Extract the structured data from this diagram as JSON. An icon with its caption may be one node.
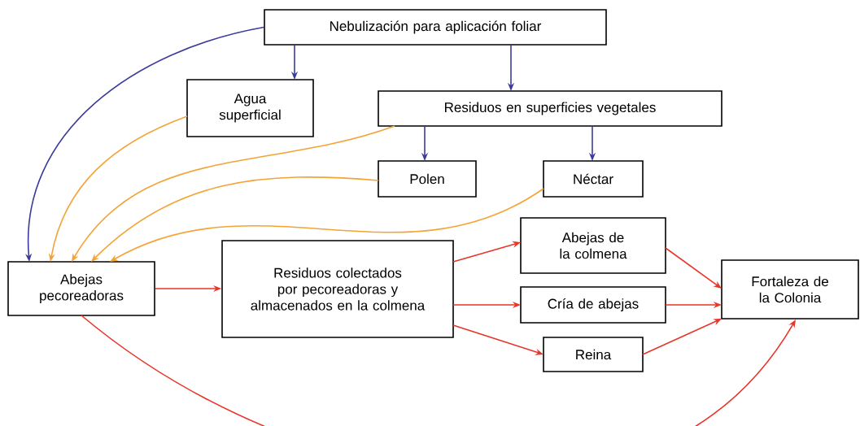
{
  "diagram": {
    "nodes": [
      {
        "text": [
          "Nebulización para aplicación foliar"
        ]
      },
      {
        "text": [
          "Agua superficial"
        ]
      },
      {
        "text": [
          "Residuos en superficies vegetales"
        ]
      },
      {
        "text": [
          "Polen"
        ]
      },
      {
        "text": [
          "Néctar"
        ]
      },
      {
        "text": [
          "Abejas pecoreadoras"
        ]
      },
      {
        "text": [
          "Residuos colectados por pecoreadoras y almacenados en la colmena"
        ]
      },
      {
        "text": [
          "Abejas de la colmena"
        ]
      },
      {
        "text": [
          "Cría de abejas"
        ]
      },
      {
        "text": [
          "Reina"
        ]
      },
      {
        "text": [
          "Fortaleza de la Colonia"
        ]
      }
    ],
    "edges": [
      {
        "from": 0,
        "to": 5,
        "arrow": "to",
        "color": "#3b3b9c"
      },
      {
        "from": 0,
        "to": 1,
        "arrow": "to",
        "color": "#3b3b9c"
      },
      {
        "from": 0,
        "to": 2,
        "arrow": "to",
        "color": "#3b3b9c"
      },
      {
        "from": 2,
        "to": 3,
        "arrow": "to",
        "color": "#3b3b9c"
      },
      {
        "from": 2,
        "to": 4,
        "arrow": "to",
        "color": "#3b3b9c"
      },
      {
        "from": 1,
        "to": 5,
        "arrow": "to",
        "color": "#f4a335"
      },
      {
        "from": 2,
        "to": 5,
        "arrow": "to",
        "color": "#f4a335"
      },
      {
        "from": 3,
        "to": 5,
        "arrow": "to",
        "color": "#f4a335"
      },
      {
        "from": 4,
        "to": 5,
        "arrow": "to",
        "color": "#f4a335"
      },
      {
        "from": 5,
        "to": 6,
        "arrow": "to"
      },
      {
        "from": 6,
        "to": 7,
        "arrow": "to"
      },
      {
        "from": 6,
        "to": 8,
        "arrow": "to"
      },
      {
        "from": 6,
        "to": 9,
        "arrow": "to"
      },
      {
        "from": 7,
        "to": 10,
        "arrow": "to"
      },
      {
        "from": 8,
        "to": 10,
        "arrow": "to"
      },
      {
        "from": 9,
        "to": 10,
        "arrow": "to"
      },
      {
        "from": 5,
        "to": 10,
        "arrow": "to"
      }
    ]
  }
}
